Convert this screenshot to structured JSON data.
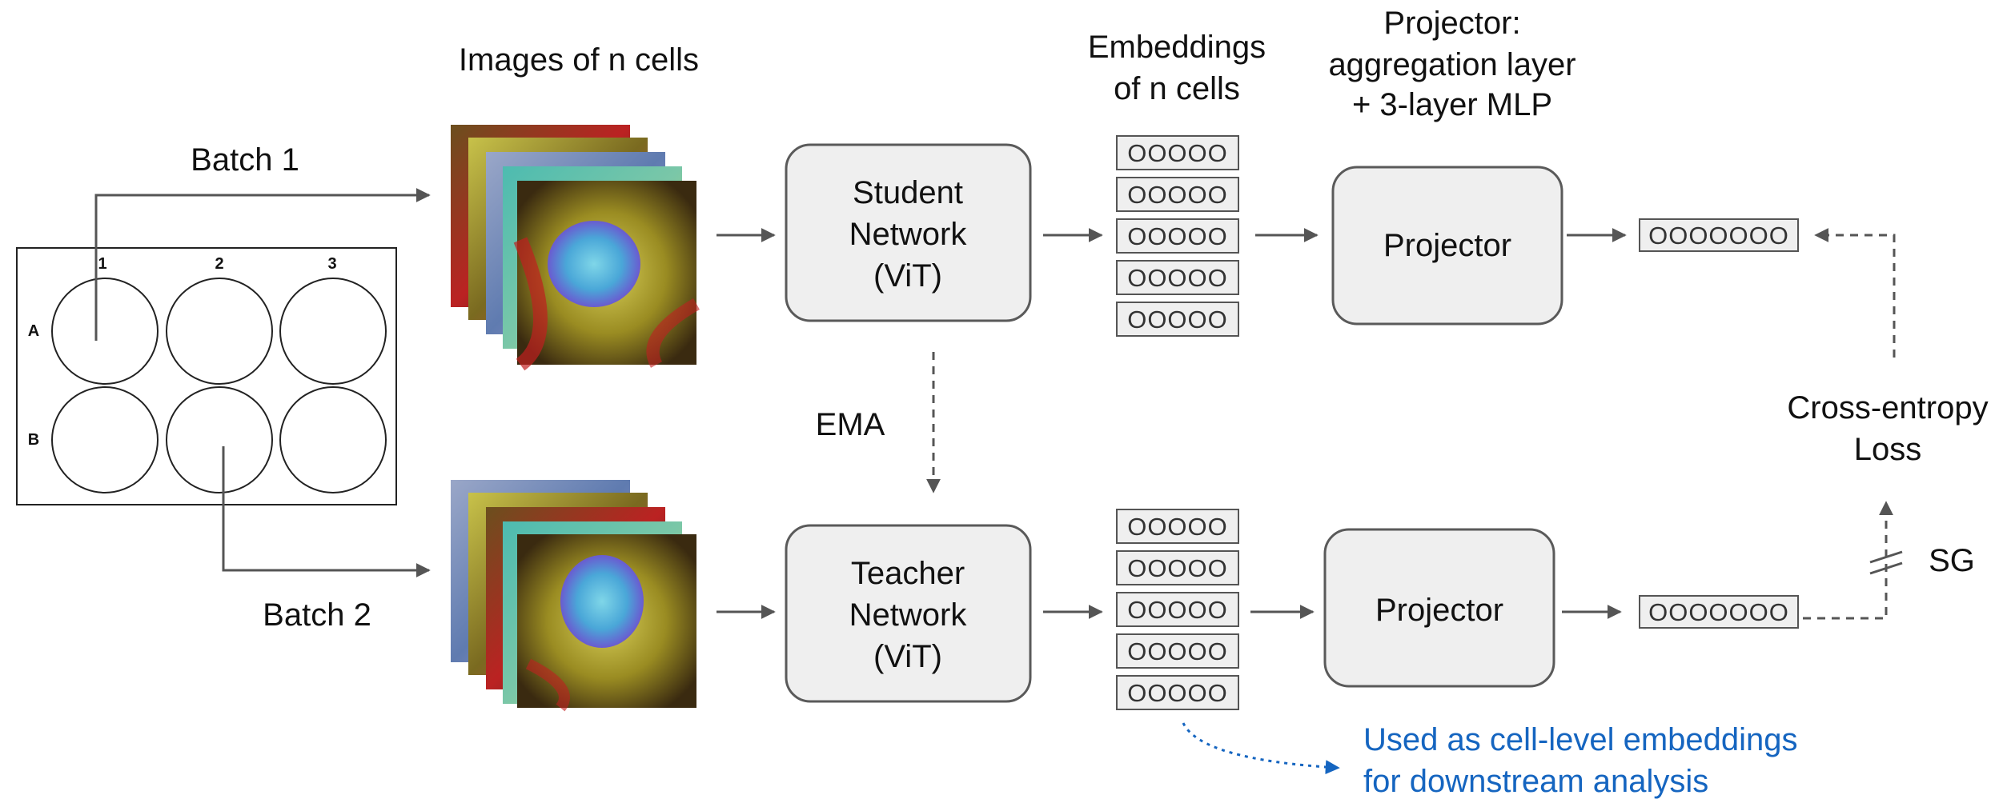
{
  "labels": {
    "images_title": "Images of n cells",
    "embeddings_title_1": "Embeddings",
    "embeddings_title_2": "of n cells",
    "projector_title_1": "Projector:",
    "projector_title_2": "aggregation layer",
    "projector_title_3": "+ 3-layer MLP",
    "batch1": "Batch 1",
    "batch2": "Batch 2",
    "ema": "EMA",
    "loss_1": "Cross-entropy",
    "loss_2": "Loss",
    "sg": "SG",
    "downstream_1": "Used as cell-level embeddings",
    "downstream_2": "for downstream analysis"
  },
  "plate": {
    "columns": [
      "1",
      "2",
      "3"
    ],
    "rows": [
      "A",
      "B"
    ]
  },
  "student": {
    "line1": "Student",
    "line2": "Network",
    "line3": "(ViT)"
  },
  "teacher": {
    "line1": "Teacher",
    "line2": "Network",
    "line3": "(ViT)"
  },
  "projector_top": "Projector",
  "projector_bottom": "Projector",
  "embedding_token": "OOOOO",
  "output_token": "OOOOOOO",
  "colors": {
    "box_fill": "#efefef",
    "box_stroke": "#5a5a5a",
    "arrow": "#555555",
    "accent_blue": "#1565c0"
  }
}
